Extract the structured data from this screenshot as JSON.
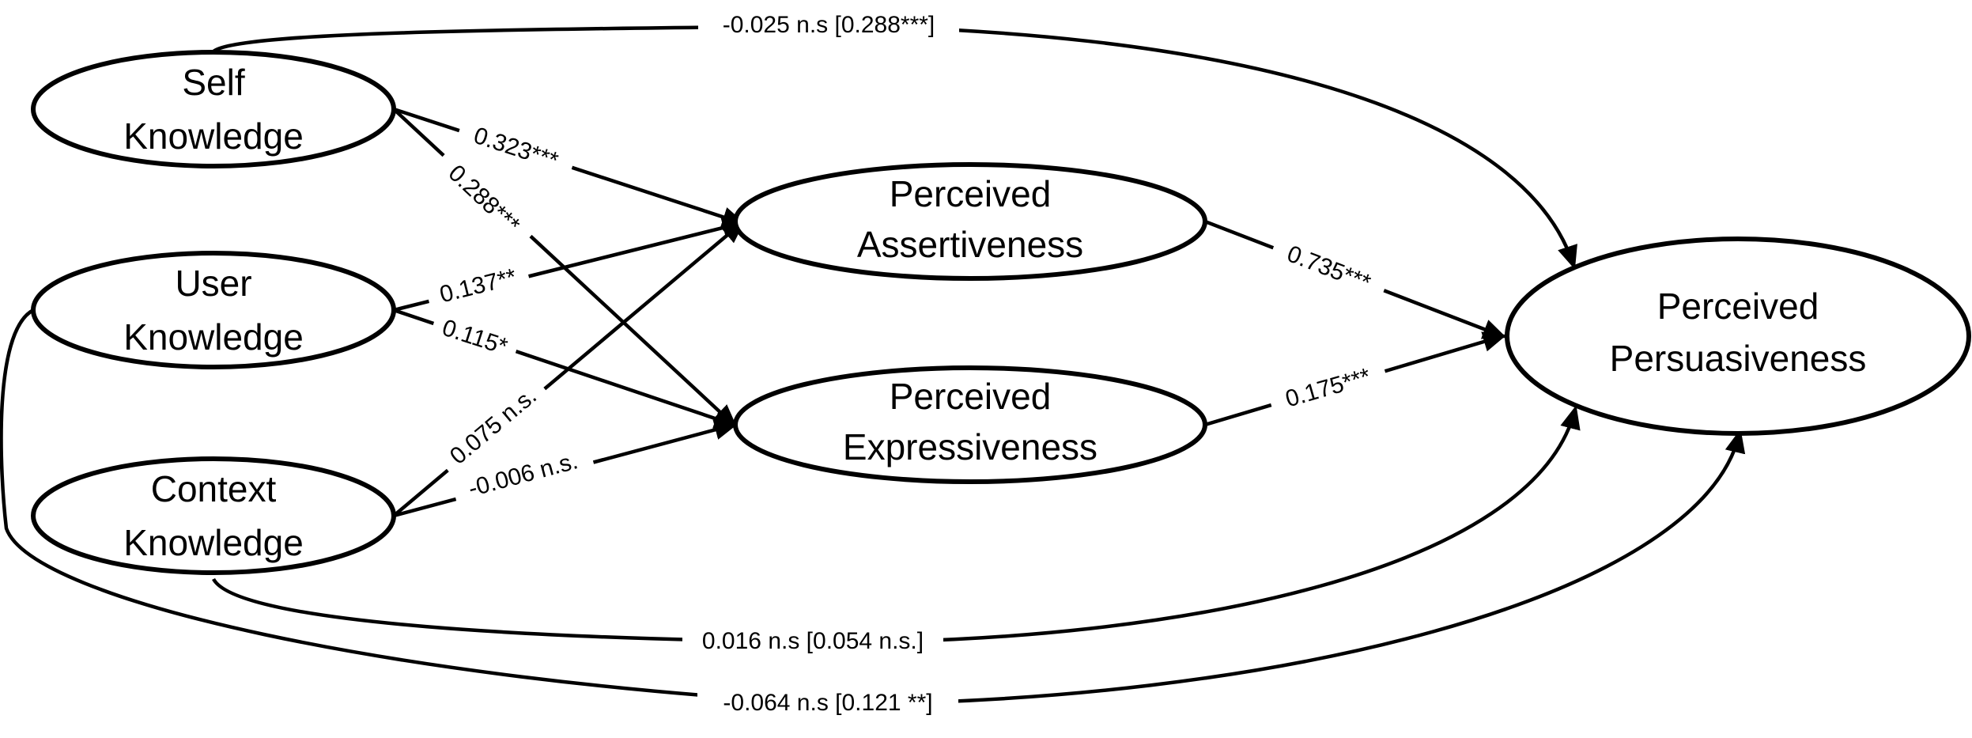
{
  "diagram": {
    "nodes": {
      "self": {
        "line1": "Self",
        "line2": "Knowledge"
      },
      "user": {
        "line1": "User",
        "line2": "Knowledge"
      },
      "context": {
        "line1": "Context",
        "line2": "Knowledge"
      },
      "assert": {
        "line1": "Perceived",
        "line2": "Assertiveness"
      },
      "express": {
        "line1": "Perceived",
        "line2": "Expressiveness"
      },
      "persuade": {
        "line1": "Perceived",
        "line2": "Persuasiveness"
      }
    },
    "edges": {
      "self_assert": "0.323***",
      "self_express": "0.288***",
      "user_assert": "0.137**",
      "user_express": "0.115*",
      "context_assert": "0.075 n.s.",
      "context_express": "-0.006 n.s.",
      "assert_persuade": "0.735***",
      "express_persuade": "0.175***",
      "self_persuade": "-0.025 n.s [0.288***]",
      "context_persuade": "0.016 n.s [0.054 n.s.]",
      "user_persuade": "-0.064 n.s [0.121 **]"
    },
    "colors": {
      "stroke": "#000000",
      "background": "#ffffff"
    }
  }
}
